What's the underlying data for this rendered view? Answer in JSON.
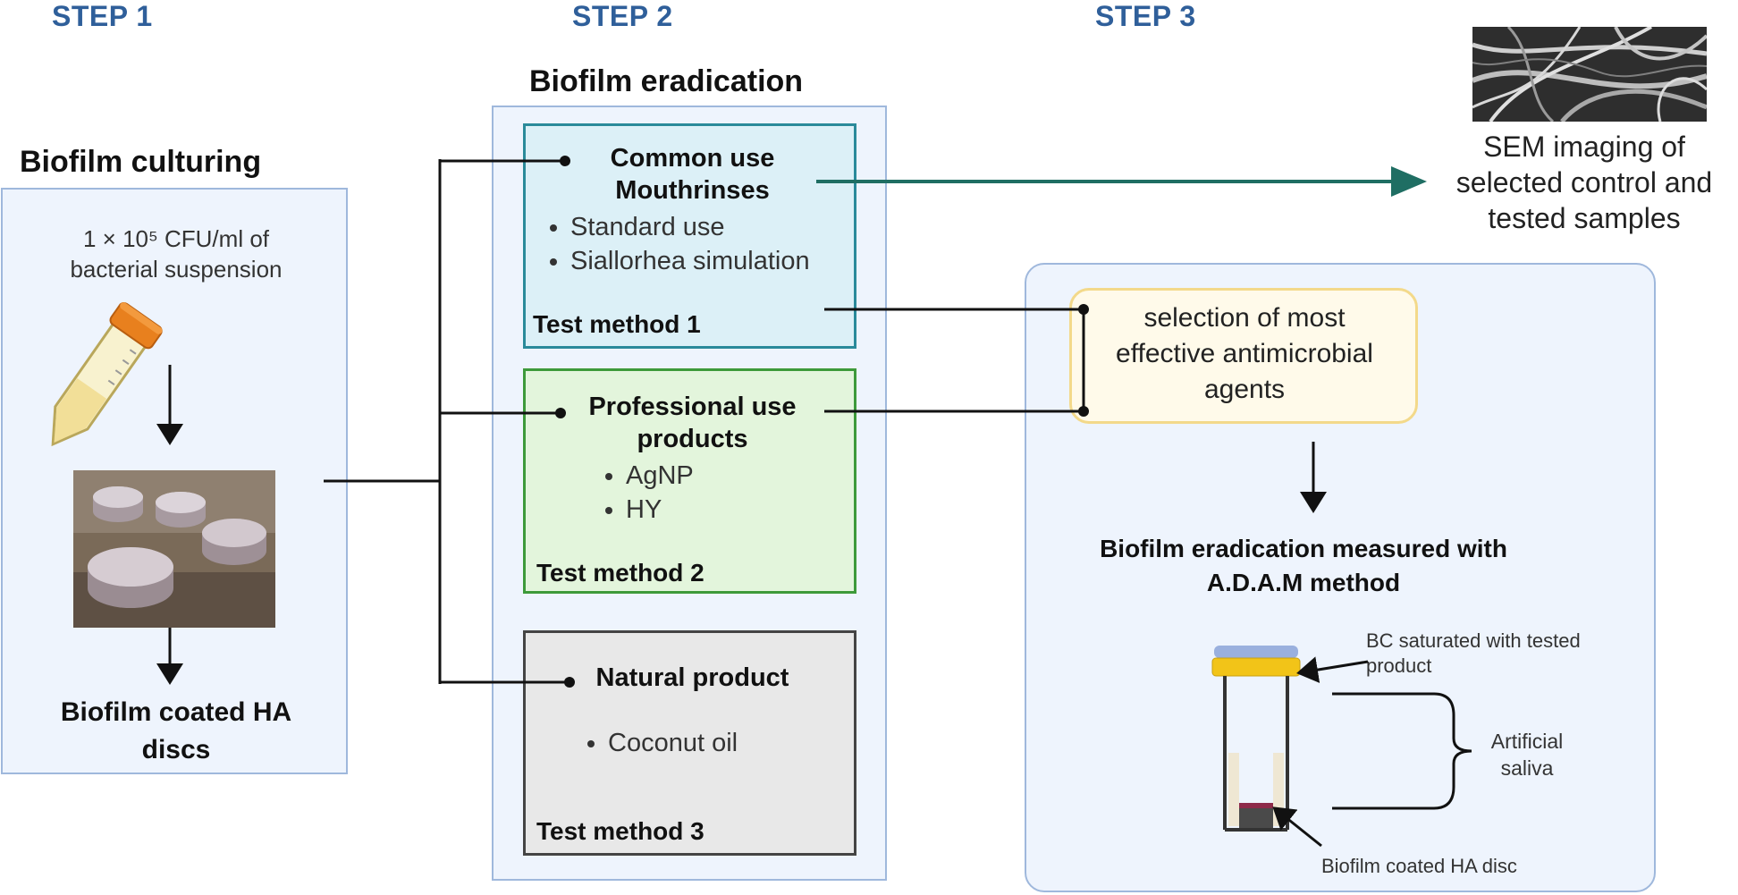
{
  "steps": {
    "step1": "STEP 1",
    "step2": "STEP 2",
    "step3": "STEP 3"
  },
  "step1": {
    "heading": "Biofilm culturing",
    "suspension_line1": "1 × 10⁵ CFU/ml of",
    "suspension_line2": "bacterial suspension",
    "result_line1": "Biofilm coated HA",
    "result_line2": "discs"
  },
  "step2": {
    "heading": "Biofilm eradication",
    "box1": {
      "title_line1": "Common use",
      "title_line2": "Mouthrinses",
      "items": [
        "Standard use",
        "Siallorhea simulation"
      ],
      "method": "Test method 1"
    },
    "box2": {
      "title_line1": "Professional use",
      "title_line2": "products",
      "items": [
        "AgNP",
        "HY"
      ],
      "method": "Test method 2"
    },
    "box3": {
      "title_line1": "Natural product",
      "items": [
        "Coconut oil"
      ],
      "method": "Test method 3"
    }
  },
  "step3": {
    "sem_line1": "SEM imaging of",
    "sem_line2": "selected control and",
    "sem_line3": "tested samples",
    "selection_line1": "selection of most",
    "selection_line2": "effective antimicrobial",
    "selection_line3": "agents",
    "adam_line1": "Biofilm eradication measured with",
    "adam_line2": "A.D.A.M method",
    "bc_line1": "BC saturated with tested",
    "bc_line2": "product",
    "saliva_line1": "Artificial",
    "saliva_line2": "saliva",
    "disc_label": "Biofilm coated HA disc"
  },
  "colors": {
    "step_blue": "#2f5f9a",
    "panel_fill": "#eef4fd",
    "panel_border": "#9fb8dc",
    "box1_fill": "#dcf0f7",
    "box1_border": "#2a8a9a",
    "box2_fill": "#e3f5dc",
    "box2_border": "#3d9a3a",
    "box3_fill": "#e8e8e8",
    "box3_border": "#444444",
    "selection_fill": "#fffaea",
    "selection_border": "#f3d98a",
    "arrow_teal": "#1f6e63"
  },
  "icons": [
    "centrifuge-tube-icon",
    "ha-discs-photo",
    "sem-image",
    "adam-tube-icon"
  ]
}
